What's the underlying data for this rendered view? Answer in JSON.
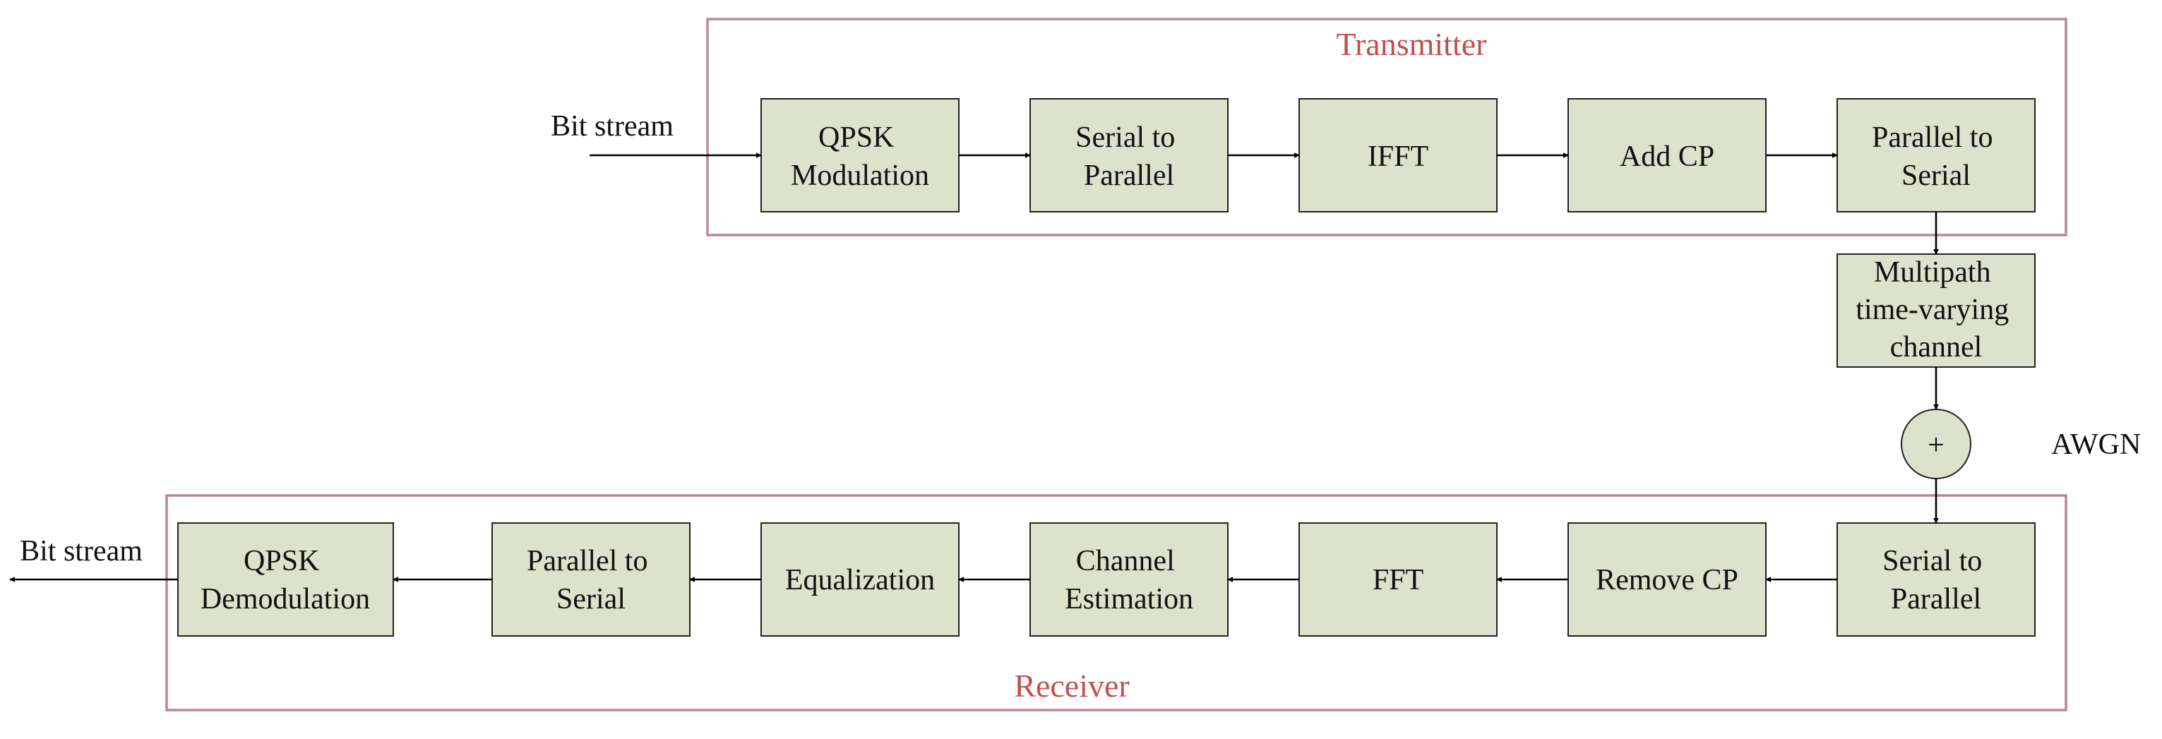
{
  "colors": {
    "block_fill": "#dde2cc",
    "block_border": "#222222",
    "group_border": "#b8869e",
    "group_label": "#c0504d",
    "text": "#111111"
  },
  "transmitter": {
    "label": "Transmitter",
    "input_label": "Bit stream",
    "blocks": [
      [
        "QPSK",
        "Modulation"
      ],
      [
        "Serial to",
        "Parallel"
      ],
      [
        "IFFT"
      ],
      [
        "Add CP"
      ],
      [
        "Parallel to",
        "Serial"
      ]
    ]
  },
  "channel": {
    "block": [
      "Multipath",
      "time-varying",
      "channel"
    ],
    "adder_symbol": "+",
    "noise_label": "AWGN"
  },
  "receiver": {
    "label": "Receiver",
    "output_label": "Bit stream",
    "blocks": [
      [
        "Serial to",
        "Parallel"
      ],
      [
        "Remove CP"
      ],
      [
        "FFT"
      ],
      [
        "Channel",
        "Estimation"
      ],
      [
        "Equalization"
      ],
      [
        "Parallel to",
        "Serial"
      ],
      [
        "QPSK",
        "Demodulation"
      ]
    ]
  }
}
